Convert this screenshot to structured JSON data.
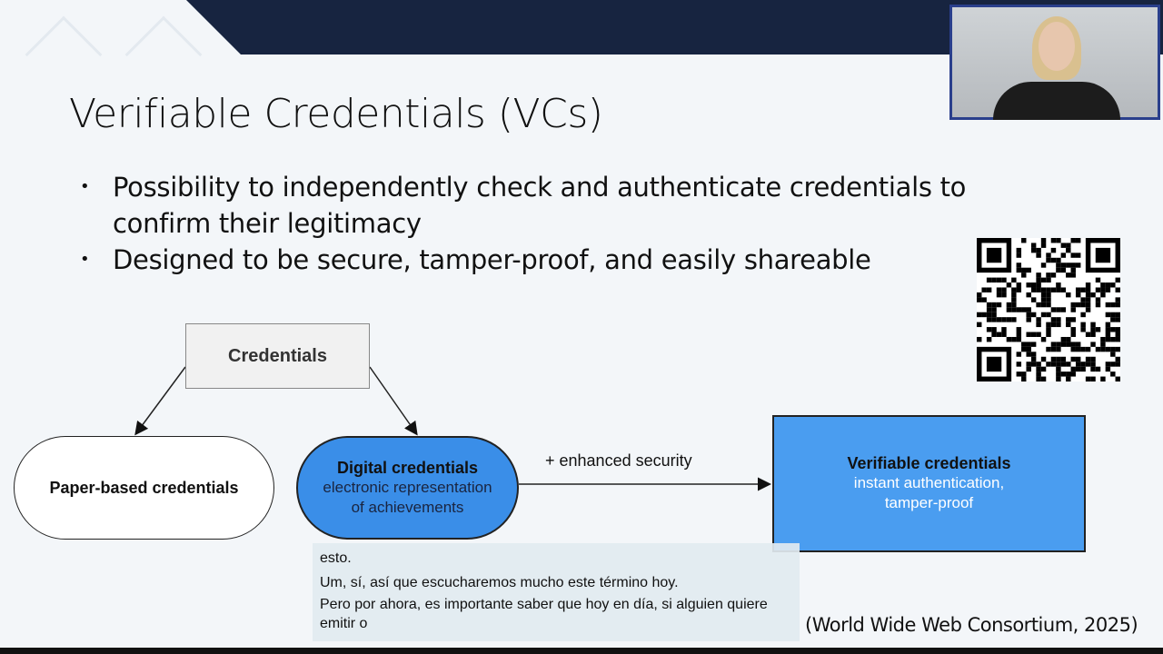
{
  "slide": {
    "title": "Verifiable Credentials (VCs)",
    "bullets": [
      "Possibility to independently check and authenticate credentials to confirm their legitimacy",
      "Designed to be secure, tamper-proof, and easily shareable"
    ],
    "citation": "(World Wide Web Consortium, 2025)"
  },
  "diagram": {
    "root": "Credentials",
    "paper": "Paper-based credentials",
    "digital_title": "Digital credentials",
    "digital_sub1": "electronic representation",
    "digital_sub2": "of achievements",
    "arrow_label": "+ enhanced security",
    "verifiable_title": "Verifiable credentials",
    "verifiable_sub1": "instant authentication,",
    "verifiable_sub2": "tamper-proof"
  },
  "captions": [
    "esto.",
    "Um, sí, así que escucharemos mucho este término hoy.",
    "Pero por ahora, es importante saber que hoy en día, si alguien quiere emitir o"
  ],
  "colors": {
    "header": "#172440",
    "digital": "#3a8ee8",
    "verifiable": "#4a9df0"
  }
}
